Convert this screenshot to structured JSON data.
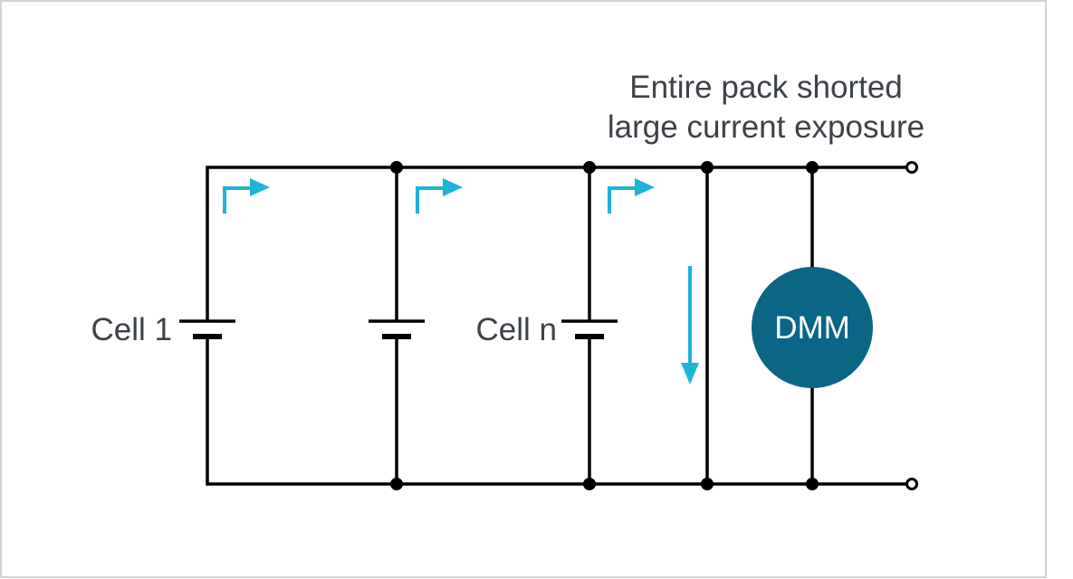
{
  "diagram": {
    "title_line1": "Entire pack shorted",
    "title_line2": "large current exposure",
    "cells": [
      {
        "label": "Cell 1"
      },
      {
        "label": ""
      },
      {
        "label": "Cell n"
      }
    ],
    "meter": {
      "label": "DMM"
    },
    "colors": {
      "wire": "#000000",
      "arrow": "#1eb4d8",
      "meter_fill": "#0b6585",
      "text": "#3d4249",
      "frame": "#d3d3d3"
    }
  }
}
